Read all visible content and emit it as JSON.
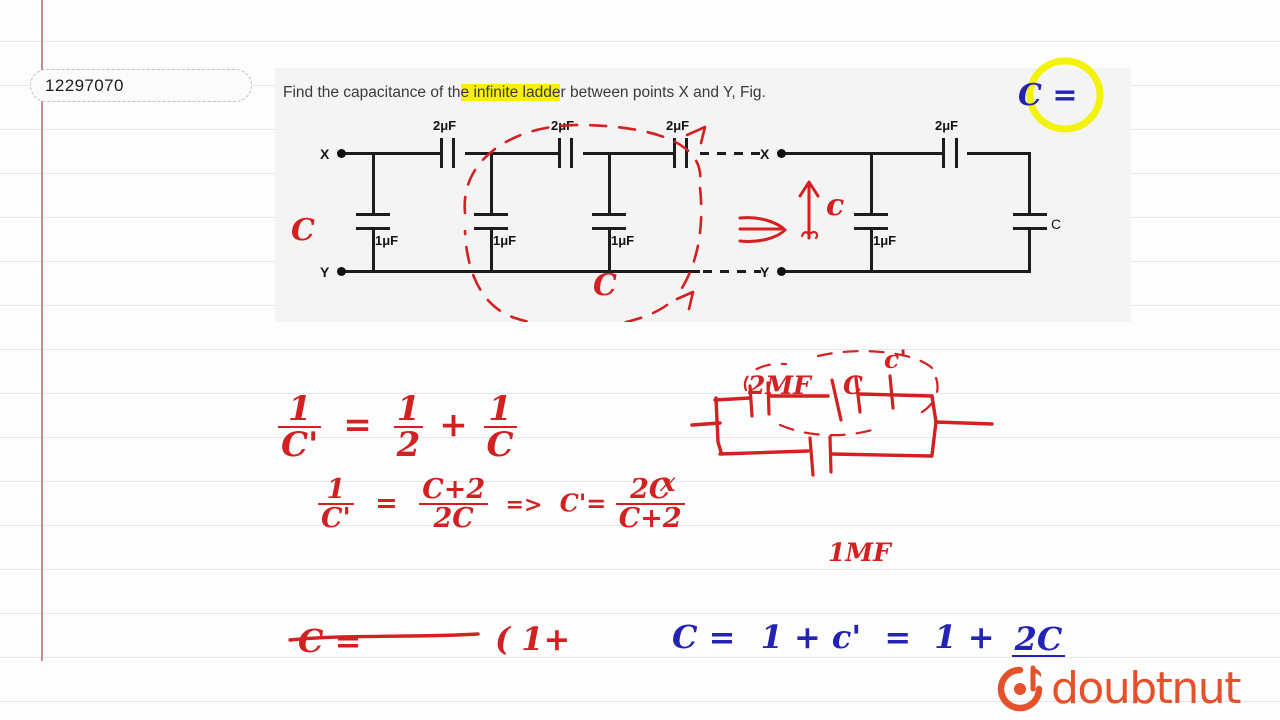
{
  "page": {
    "id_chip": "12297070",
    "background": "ruled-notebook-paper",
    "margin_color": "#c48b8b",
    "rule_color": "#e3e8ea"
  },
  "question": {
    "full_text": "Find the capacitance of the infinite ladder between points X and Y, Fig.",
    "part_before": "Find the capacitance of th",
    "part_highlighted": "e infinite ladde",
    "part_after": "r between points X and Y, Fig.",
    "highlight_color": "#f8f00a"
  },
  "figure": {
    "left_circuit": {
      "title": "infinite-ladder-network",
      "terminal_top": "X",
      "terminal_bottom": "Y",
      "series_caps": [
        "2μF",
        "2μF",
        "2μF"
      ],
      "shunt_caps": [
        "1μF",
        "1μF",
        "1μF"
      ],
      "continues": "dashed-to-infinity"
    },
    "right_circuit": {
      "title": "equivalent-circuit",
      "terminal_top": "X",
      "terminal_bottom": "Y",
      "series_cap": "2μF",
      "shunt_cap": "1μF",
      "load_cap": "C"
    }
  },
  "annotations": {
    "left_c": "C",
    "implies_arrow": "⇒",
    "arrow_c": "c",
    "circled_note": "C =",
    "circle_color": "#f2f20a",
    "ink_red": "#d32020",
    "ink_blue": "#2323b4"
  },
  "work": {
    "line1": {
      "lhs_num": "1",
      "lhs_den": "C'",
      "eq": "=",
      "t1_num": "1",
      "t1_den": "2",
      "plus": "+",
      "t2_num": "1",
      "t2_den": "C"
    },
    "line2": {
      "lhs_num": "1",
      "lhs_den": "C'",
      "eq": "=",
      "rhs_num": "C+2",
      "rhs_den": "2C",
      "implies": "=>",
      "result_lhs": "C'=",
      "result_num": "2C",
      "result_den": "C+2",
      "cross_mark": "x"
    },
    "sketch": {
      "top_cap_left": "2MF",
      "top_cap_mid": "C",
      "top_cap_right": "c'",
      "bottom_cap": "1MF"
    },
    "line3_struck": "C =",
    "line3_tail": "( 1+",
    "line4": {
      "lhs": "C =",
      "t1": "1 + c'",
      "eq": "=",
      "t2_int": "1 +",
      "t2_num": "2C",
      "t2_den": ""
    }
  },
  "logo": {
    "name": "doubtnut",
    "color": "#e4512b",
    "mark": "doubtnut-logo-icon"
  }
}
